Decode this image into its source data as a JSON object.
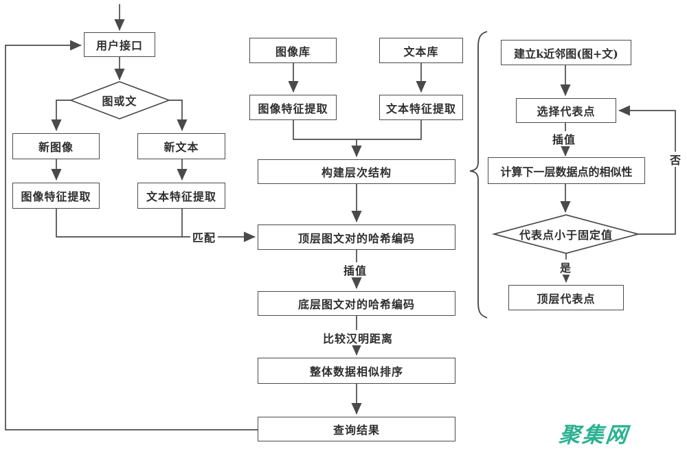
{
  "nodes": {
    "user_interface": "用户接口",
    "decision_type": "图或文",
    "new_image": "新图像",
    "new_text": "新文本",
    "image_feature_left": "图像特征提取",
    "text_feature_left": "文本特征提取",
    "image_library": "图像库",
    "text_library": "文本库",
    "image_feature_mid": "图像特征提取",
    "text_feature_mid": "文本特征提取",
    "build_hierarchy": "构建层次结构",
    "top_hash": "顶层图文对的哈希编码",
    "bottom_hash": "底层图文对的哈希编码",
    "similarity_sort": "整体数据相似排序",
    "query_result": "查询结果",
    "build_knn": "建立k近邻图(图+文)",
    "select_rep": "选择代表点",
    "compute_next_sim": "计算下一层数据点的相似性",
    "decision_threshold": "代表点小于固定值",
    "top_rep": "顶层代表点"
  },
  "edge_labels": {
    "match": "匹配",
    "interp_mid": "插值",
    "hamming": "比较汉明距离",
    "interp_right": "插值",
    "no": "否",
    "yes": "是"
  },
  "watermark": {
    "text": "聚集网",
    "color": "#2bb191"
  },
  "colors": {
    "line": "#4a4a4a",
    "text": "#2e2e2e",
    "background": "#ffffff"
  }
}
